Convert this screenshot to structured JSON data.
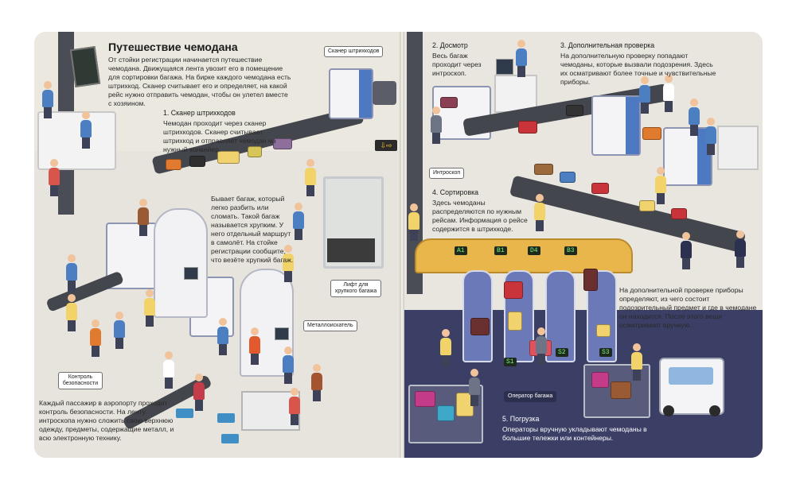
{
  "left_page": {
    "title": "Путешествие чемодана",
    "intro": "От стойки регистрации начинается путешествие чемодана. Движущаяся лента увозит его в помещение для сортировки багажа. На бирке каждого чемодана есть штрихкод. Сканер считывает его и определяет, на какой рейс нужно отправить чемодан, чтобы он улетел вместе с хозяином.",
    "scanner_heading": "1. Сканер штрихкодов",
    "scanner_text": "Чемодан проходит через сканер штрихкодов. Сканер считывает штрихкод и отправляет чемодан на нужный конвейер.",
    "fragile_text": "Бывает багаж, который легко разбить или сломать. Такой багаж называется хрупким. У него отдельный маршрут в самолёт. На стойке регистрации сообщите, что везёте хрупкий багаж.",
    "security_text": "Каждый пассажир в аэропорту проходит контроль безопасности. На ленту интроскопа нужно сложить свою верхнюю одежду, предметы, содержащие металл, и всю электронную технику.",
    "labels": {
      "barcode_scanner": "Сканер штрихкодов",
      "fragile_lift": "Лифт для хрупкого багажа",
      "metal_detector": "Металлоискатель",
      "security_control": "Контроль безопасности"
    }
  },
  "right_page": {
    "inspection_heading": "2. Досмотр",
    "inspection_text": "Весь багаж проходит через интроскоп.",
    "extra_heading": "3. Дополнительная проверка",
    "extra_text": "На дополнительную проверку попадают чемоданы, которые вызвали подозрения. Здесь их осматривают более точные и чувствительные приборы.",
    "sorting_heading": "4. Сортировка",
    "sorting_text": "Здесь чемоданы распределяются по нужным рейсам. Информация о рейсе содержится в штрихкоде.",
    "extra_note": "На дополнительной проверке приборы определяют, из чего состоит подозрительный предмет и где в чемодане он находится. После этого вещи осматривают вручную.",
    "loading_heading": "5. Погрузка",
    "loading_text": "Операторы вручную укладывают чемоданы в большие тележки или контейнеры.",
    "labels": {
      "introscope": "Интроскоп",
      "baggage_operator": "Оператор багажа"
    },
    "flight_codes": [
      "A1",
      "B1",
      "D4",
      "B3"
    ],
    "chute_codes": [
      "S1",
      "S2",
      "S3"
    ]
  },
  "colors": {
    "belt": "#44464e",
    "scanner_blue": "#4c79c2",
    "dark_floor": "#3b3f66",
    "sort_rail": "#e9b64b"
  }
}
